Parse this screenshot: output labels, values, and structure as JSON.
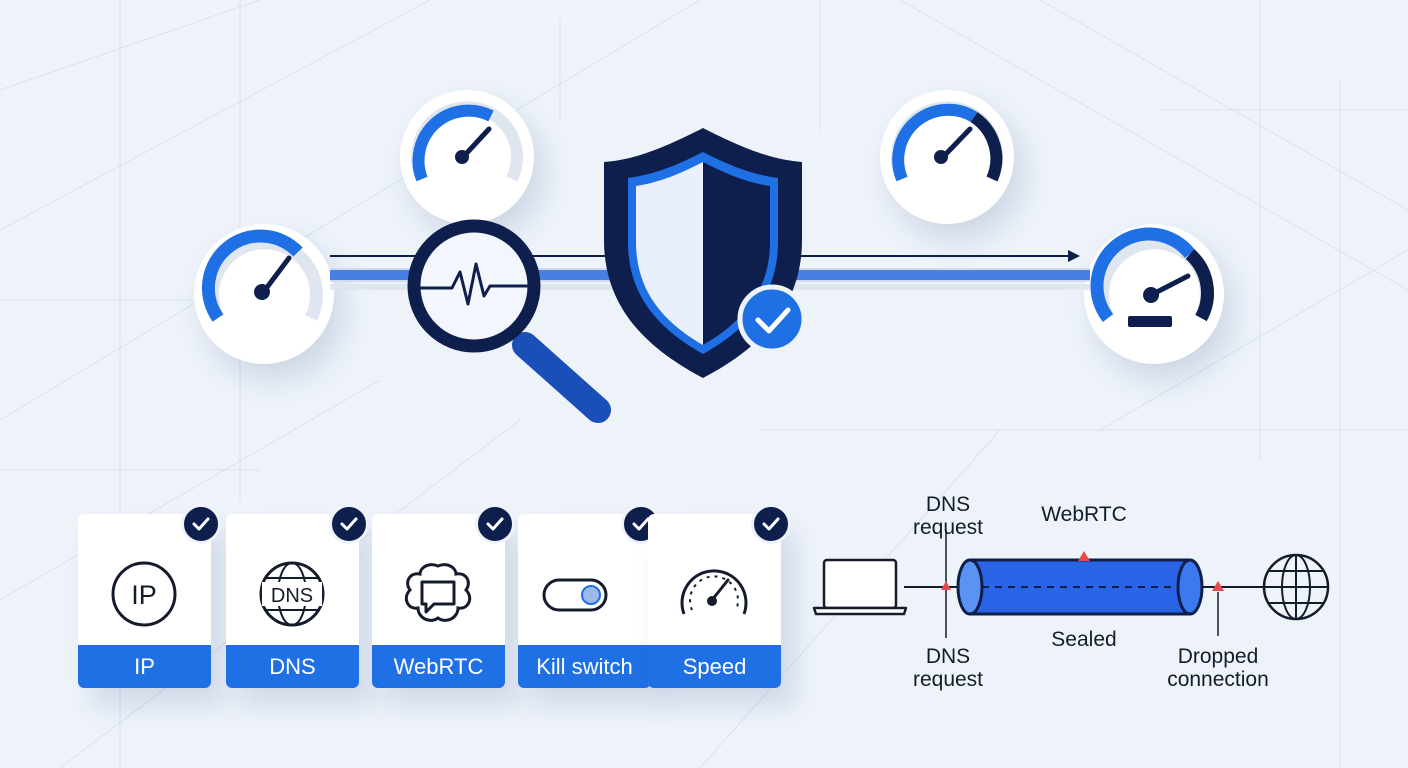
{
  "colors": {
    "background": "#eef3fa",
    "accent_blue": "#1f6fe5",
    "navy": "#0e1f4d",
    "light_arc": "#dfe6f0",
    "warning_red": "#e5484d"
  },
  "gauges": [
    {
      "id": "gauge-top-left",
      "icon": "speedometer-icon"
    },
    {
      "id": "gauge-left",
      "icon": "speedometer-icon"
    },
    {
      "id": "gauge-top-right",
      "icon": "speedometer-icon"
    },
    {
      "id": "gauge-right",
      "icon": "speedometer-icon"
    }
  ],
  "hero": {
    "shield_icon": "shield-check-icon",
    "magnifier_icon": "magnifier-pulse-icon"
  },
  "cards": [
    {
      "label": "IP",
      "icon": "ip-icon",
      "check": "check-icon"
    },
    {
      "label": "DNS",
      "icon": "dns-globe-icon",
      "check": "check-icon"
    },
    {
      "label": "WebRTC",
      "icon": "webrtc-chat-icon",
      "check": "check-icon"
    },
    {
      "label": "Kill switch",
      "icon": "toggle-switch-icon",
      "check": "check-icon"
    },
    {
      "label": "Speed",
      "icon": "speed-gauge-icon",
      "check": "check-icon"
    }
  ],
  "tunnel": {
    "dns_top": "DNS\nrequest",
    "webrtc": "WebRTC",
    "dns_bottom": "DNS\nrequest",
    "sealed": "Sealed",
    "dropped": "Dropped\nconnection",
    "left_device": "laptop-icon",
    "right_device": "globe-icon"
  }
}
